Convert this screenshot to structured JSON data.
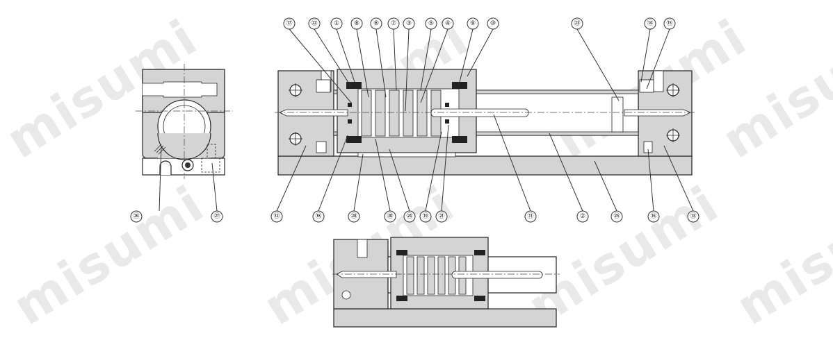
{
  "watermark": {
    "text": "misumi"
  },
  "callouts": [
    {
      "id": "callout-26",
      "label": "㉖"
    },
    {
      "id": "callout-27",
      "label": "㉗"
    },
    {
      "id": "callout-17",
      "label": "⑰"
    },
    {
      "id": "callout-22",
      "label": "㉒"
    },
    {
      "id": "callout-1",
      "label": "①"
    },
    {
      "id": "callout-8",
      "label": "⑧"
    },
    {
      "id": "callout-6",
      "label": "⑥"
    },
    {
      "id": "callout-7",
      "label": "⑦"
    },
    {
      "id": "callout-3",
      "label": "③"
    },
    {
      "id": "callout-5",
      "label": "⑤"
    },
    {
      "id": "callout-4",
      "label": "④"
    },
    {
      "id": "callout-9",
      "label": "⑨"
    },
    {
      "id": "callout-10",
      "label": "⑩"
    },
    {
      "id": "callout-23",
      "label": "㉓"
    },
    {
      "id": "callout-14",
      "label": "⑭"
    },
    {
      "id": "callout-15",
      "label": "⑮"
    },
    {
      "id": "callout-12",
      "label": "⑫"
    },
    {
      "id": "callout-18",
      "label": "⑱"
    },
    {
      "id": "callout-28",
      "label": "㉘"
    },
    {
      "id": "callout-20",
      "label": "⑳"
    },
    {
      "id": "callout-24",
      "label": "㉔"
    },
    {
      "id": "callout-19",
      "label": "⑲"
    },
    {
      "id": "callout-21",
      "label": "㉑"
    },
    {
      "id": "callout-11",
      "label": "⑪"
    },
    {
      "id": "callout-2",
      "label": "②"
    },
    {
      "id": "callout-25",
      "label": "㉕"
    },
    {
      "id": "callout-16",
      "label": "⑯"
    },
    {
      "id": "callout-13",
      "label": "⑬"
    }
  ]
}
